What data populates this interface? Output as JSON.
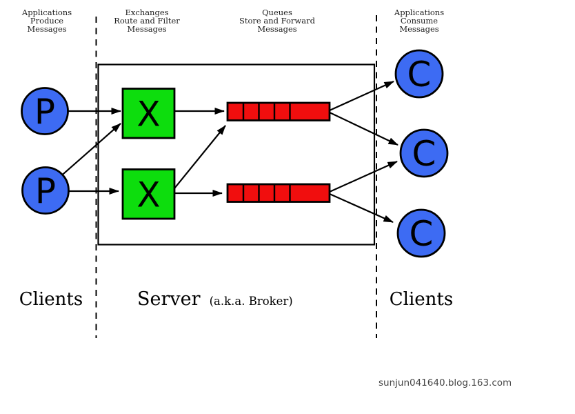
{
  "colors": {
    "producer_fill": "#3d6bf3",
    "exchange_fill": "#0ddd0d",
    "queue_fill": "#f10e0e",
    "consumer_fill": "#3d6bf3",
    "stroke": "#000000",
    "watermark_text": "#454545"
  },
  "column_headers": [
    {
      "lines": [
        "Applications",
        "Produce",
        "Messages"
      ]
    },
    {
      "lines": [
        "Exchanges",
        "Route and Filter",
        "Messages"
      ]
    },
    {
      "lines": [
        "Queues",
        "Store and Forward",
        "Messages"
      ]
    },
    {
      "lines": [
        "Applications",
        "Consume",
        "Messages"
      ]
    }
  ],
  "nodes": {
    "producer_label": "P",
    "exchange_label": "X",
    "consumer_label": "C"
  },
  "footer": {
    "clients_left": "Clients",
    "server": "Server",
    "server_note": "(a.k.a. Broker)",
    "clients_right": "Clients"
  },
  "watermark": "sunjun041640.blog.163.com"
}
